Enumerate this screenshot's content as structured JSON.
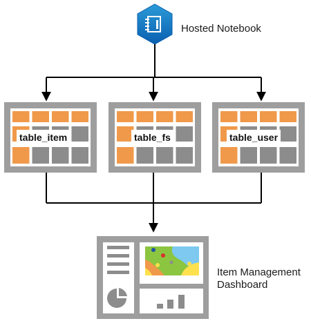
{
  "notebook": {
    "label": "Hosted Notebook",
    "icon": "notebook-icon",
    "color_top": "#2b9bd8",
    "color_bottom": "#0a5fb0"
  },
  "tables": [
    {
      "label": "table_item",
      "icon": "table-icon"
    },
    {
      "label": "table_fs",
      "icon": "table-icon"
    },
    {
      "label": "table_user",
      "icon": "table-icon"
    }
  ],
  "dashboard": {
    "label_line1": "Item Management",
    "label_line2": "Dashboard",
    "icon": "dashboard-icon"
  },
  "colors": {
    "frame": "#9e9e9e",
    "cell_orange": "#f0994a",
    "cell_gray": "#8c8c8c",
    "connector": "#000000"
  }
}
